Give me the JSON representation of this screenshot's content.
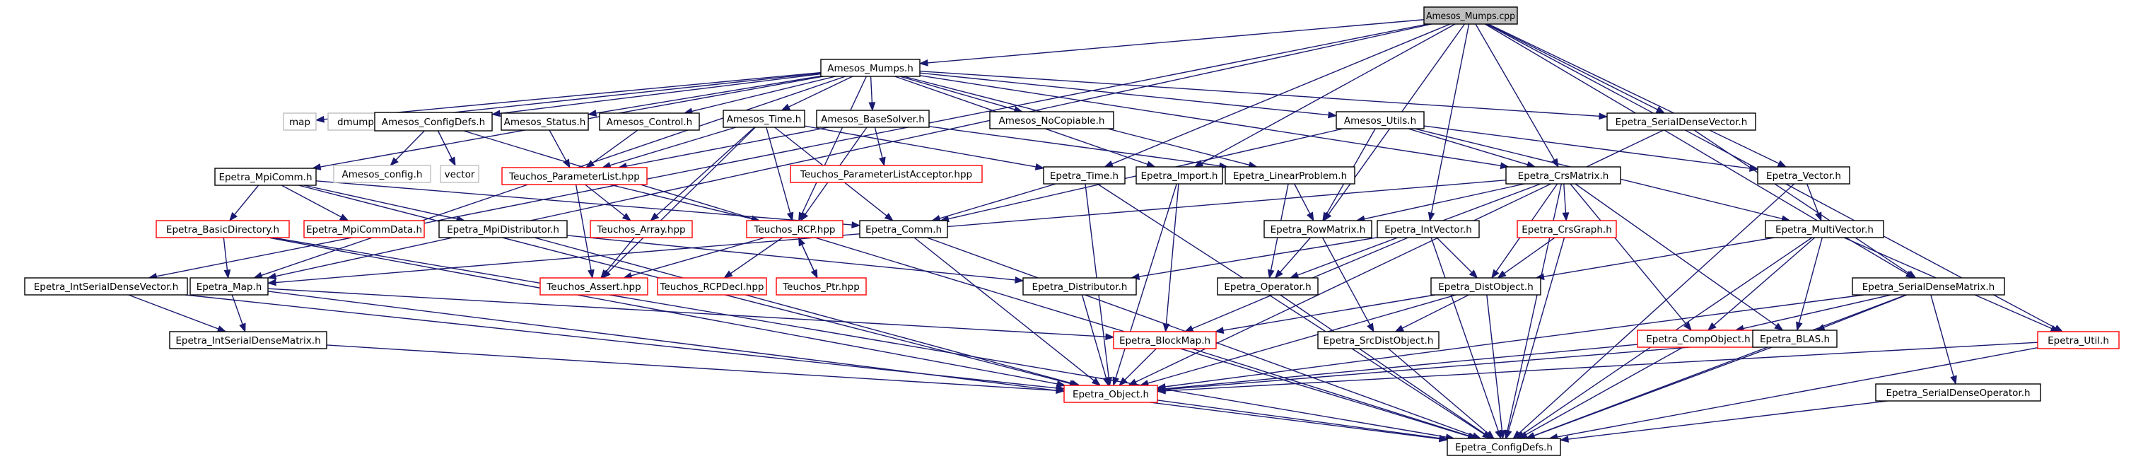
{
  "graph": {
    "title": "Amesos_Mumps.cpp",
    "colors": {
      "edge": "#191970",
      "root_fill": "#bfbfbf",
      "root_border": "#000000",
      "documented_border": "#000000",
      "undocumented_border": "#ff0000",
      "system_border": "#bfbfbf",
      "text": "#000000"
    },
    "nodes": [
      {
        "id": "root",
        "label": "Amesos_Mumps.cpp",
        "kind": "root"
      },
      {
        "id": "amesos_mumps_h",
        "label": "Amesos_Mumps.h",
        "kind": "documented"
      },
      {
        "id": "map",
        "label": "map",
        "kind": "system"
      },
      {
        "id": "dmumps_c",
        "label": "dmumps_c.h",
        "kind": "system"
      },
      {
        "id": "amesos_configdefs",
        "label": "Amesos_ConfigDefs.h",
        "kind": "documented"
      },
      {
        "id": "amesos_status",
        "label": "Amesos_Status.h",
        "kind": "documented"
      },
      {
        "id": "amesos_control",
        "label": "Amesos_Control.h",
        "kind": "documented"
      },
      {
        "id": "amesos_time",
        "label": "Amesos_Time.h",
        "kind": "documented"
      },
      {
        "id": "amesos_basesolver",
        "label": "Amesos_BaseSolver.h",
        "kind": "documented"
      },
      {
        "id": "amesos_nocopiable",
        "label": "Amesos_NoCopiable.h",
        "kind": "documented"
      },
      {
        "id": "amesos_utils",
        "label": "Amesos_Utils.h",
        "kind": "documented"
      },
      {
        "id": "epetra_serialdensevector",
        "label": "Epetra_SerialDenseVector.h",
        "kind": "documented"
      },
      {
        "id": "amesos_config",
        "label": "Amesos_config.h",
        "kind": "system"
      },
      {
        "id": "vector",
        "label": "vector",
        "kind": "system"
      },
      {
        "id": "teuchos_parameterlist",
        "label": "Teuchos_ParameterList.hpp",
        "kind": "undocumented"
      },
      {
        "id": "teuchos_parameterlistacceptor",
        "label": "Teuchos_ParameterListAcceptor.hpp",
        "kind": "undocumented"
      },
      {
        "id": "epetra_time",
        "label": "Epetra_Time.h",
        "kind": "documented"
      },
      {
        "id": "epetra_import",
        "label": "Epetra_Import.h",
        "kind": "documented"
      },
      {
        "id": "epetra_linearproblem",
        "label": "Epetra_LinearProblem.h",
        "kind": "documented"
      },
      {
        "id": "epetra_vector",
        "label": "Epetra_Vector.h",
        "kind": "documented"
      },
      {
        "id": "epetra_mpicomm",
        "label": "Epetra_MpiComm.h",
        "kind": "documented"
      },
      {
        "id": "epetra_crsmatrix",
        "label": "Epetra_CrsMatrix.h",
        "kind": "documented"
      },
      {
        "id": "epetra_basicdirectory",
        "label": "Epetra_BasicDirectory.h",
        "kind": "undocumented"
      },
      {
        "id": "epetra_mpicommdata",
        "label": "Epetra_MpiCommData.h",
        "kind": "undocumented"
      },
      {
        "id": "epetra_mpidistributor",
        "label": "Epetra_MpiDistributor.h",
        "kind": "documented"
      },
      {
        "id": "teuchos_array",
        "label": "Teuchos_Array.hpp",
        "kind": "undocumented"
      },
      {
        "id": "teuchos_rcp",
        "label": "Teuchos_RCP.hpp",
        "kind": "undocumented"
      },
      {
        "id": "epetra_comm",
        "label": "Epetra_Comm.h",
        "kind": "documented"
      },
      {
        "id": "epetra_crsgraph",
        "label": "Epetra_CrsGraph.h",
        "kind": "undocumented"
      },
      {
        "id": "epetra_rowmatrix",
        "label": "Epetra_RowMatrix.h",
        "kind": "documented"
      },
      {
        "id": "epetra_intvector",
        "label": "Epetra_IntVector.h",
        "kind": "documented"
      },
      {
        "id": "epetra_multivector",
        "label": "Epetra_MultiVector.h",
        "kind": "documented"
      },
      {
        "id": "epetra_intserialdensevector",
        "label": "Epetra_IntSerialDenseVector.h",
        "kind": "documented"
      },
      {
        "id": "epetra_map",
        "label": "Epetra_Map.h",
        "kind": "documented"
      },
      {
        "id": "teuchos_assert",
        "label": "Teuchos_Assert.hpp",
        "kind": "undocumented"
      },
      {
        "id": "teuchos_rcpdecl",
        "label": "Teuchos_RCPDecl.hpp",
        "kind": "undocumented"
      },
      {
        "id": "teuchos_ptr",
        "label": "Teuchos_Ptr.hpp",
        "kind": "undocumented"
      },
      {
        "id": "epetra_distributor",
        "label": "Epetra_Distributor.h",
        "kind": "documented"
      },
      {
        "id": "epetra_operator",
        "label": "Epetra_Operator.h",
        "kind": "documented"
      },
      {
        "id": "epetra_distobject",
        "label": "Epetra_DistObject.h",
        "kind": "documented"
      },
      {
        "id": "epetra_serialdensematrix",
        "label": "Epetra_SerialDenseMatrix.h",
        "kind": "documented"
      },
      {
        "id": "epetra_intserialdensematrix",
        "label": "Epetra_IntSerialDenseMatrix.h",
        "kind": "documented"
      },
      {
        "id": "epetra_blockmap",
        "label": "Epetra_BlockMap.h",
        "kind": "undocumented"
      },
      {
        "id": "epetra_srcdistobject",
        "label": "Epetra_SrcDistObject.h",
        "kind": "documented"
      },
      {
        "id": "epetra_compobject",
        "label": "Epetra_CompObject.h",
        "kind": "undocumented"
      },
      {
        "id": "epetra_blas",
        "label": "Epetra_BLAS.h",
        "kind": "documented"
      },
      {
        "id": "epetra_util",
        "label": "Epetra_Util.h",
        "kind": "undocumented"
      },
      {
        "id": "epetra_serialdenseoperator",
        "label": "Epetra_SerialDenseOperator.h",
        "kind": "documented"
      },
      {
        "id": "epetra_object",
        "label": "Epetra_Object.h",
        "kind": "undocumented"
      },
      {
        "id": "epetra_configdefs",
        "label": "Epetra_ConfigDefs.h",
        "kind": "documented"
      }
    ],
    "edges": [
      [
        "root",
        "amesos_mumps_h"
      ],
      [
        "root",
        "epetra_time"
      ],
      [
        "root",
        "epetra_import"
      ],
      [
        "root",
        "epetra_serialdensevector"
      ],
      [
        "root",
        "epetra_vector"
      ],
      [
        "root",
        "epetra_crsmatrix"
      ],
      [
        "root",
        "epetra_rowmatrix"
      ],
      [
        "root",
        "epetra_intvector"
      ],
      [
        "root",
        "epetra_serialdensematrix"
      ],
      [
        "root",
        "epetra_util"
      ],
      [
        "root",
        "epetra_map"
      ],
      [
        "root",
        "epetra_intserialdensevector"
      ],
      [
        "amesos_mumps_h",
        "map"
      ],
      [
        "amesos_mumps_h",
        "dmumps_c"
      ],
      [
        "amesos_mumps_h",
        "amesos_configdefs"
      ],
      [
        "amesos_mumps_h",
        "amesos_status"
      ],
      [
        "amesos_mumps_h",
        "amesos_control"
      ],
      [
        "amesos_mumps_h",
        "amesos_time"
      ],
      [
        "amesos_mumps_h",
        "amesos_basesolver"
      ],
      [
        "amesos_mumps_h",
        "amesos_nocopiable"
      ],
      [
        "amesos_mumps_h",
        "amesos_utils"
      ],
      [
        "amesos_mumps_h",
        "epetra_serialdensevector"
      ],
      [
        "amesos_mumps_h",
        "epetra_mpicomm"
      ],
      [
        "amesos_mumps_h",
        "epetra_crsmatrix"
      ],
      [
        "amesos_mumps_h",
        "epetra_map"
      ],
      [
        "amesos_mumps_h",
        "teuchos_rcp"
      ],
      [
        "amesos_mumps_h",
        "epetra_import"
      ],
      [
        "amesos_mumps_h",
        "epetra_linearproblem"
      ],
      [
        "amesos_configdefs",
        "amesos_config"
      ],
      [
        "amesos_configdefs",
        "vector"
      ],
      [
        "amesos_configdefs",
        "epetra_configdefs"
      ],
      [
        "amesos_status",
        "teuchos_parameterlist"
      ],
      [
        "amesos_control",
        "teuchos_parameterlist"
      ],
      [
        "amesos_time",
        "epetra_time"
      ],
      [
        "amesos_time",
        "teuchos_rcp"
      ],
      [
        "amesos_time",
        "teuchos_array"
      ],
      [
        "amesos_time",
        "teuchos_parameterlist"
      ],
      [
        "amesos_time",
        "epetra_comm"
      ],
      [
        "amesos_time",
        "teuchos_assert"
      ],
      [
        "amesos_basesolver",
        "teuchos_parameterlist"
      ],
      [
        "amesos_basesolver",
        "teuchos_parameterlistacceptor"
      ],
      [
        "amesos_basesolver",
        "teuchos_rcp"
      ],
      [
        "amesos_basesolver",
        "epetra_linearproblem"
      ],
      [
        "amesos_utils",
        "epetra_comm"
      ],
      [
        "amesos_utils",
        "epetra_rowmatrix"
      ],
      [
        "amesos_utils",
        "epetra_vector"
      ],
      [
        "amesos_utils",
        "epetra_multivector"
      ],
      [
        "amesos_utils",
        "epetra_crsmatrix"
      ],
      [
        "teuchos_parameterlist",
        "teuchos_rcp"
      ],
      [
        "teuchos_parameterlist",
        "teuchos_array"
      ],
      [
        "teuchos_parameterlist",
        "teuchos_assert"
      ],
      [
        "teuchos_array",
        "teuchos_assert"
      ],
      [
        "teuchos_rcp",
        "teuchos_assert"
      ],
      [
        "teuchos_rcp",
        "teuchos_rcpdecl"
      ],
      [
        "teuchos_rcp",
        "teuchos_ptr"
      ],
      [
        "teuchos_ptr",
        "teuchos_rcp"
      ],
      [
        "epetra_mpicomm",
        "epetra_basicdirectory"
      ],
      [
        "epetra_mpicomm",
        "epetra_mpicommdata"
      ],
      [
        "epetra_mpicomm",
        "epetra_mpidistributor"
      ],
      [
        "epetra_mpicomm",
        "epetra_comm"
      ],
      [
        "epetra_mpicomm",
        "epetra_object"
      ],
      [
        "epetra_basicdirectory",
        "epetra_map"
      ],
      [
        "epetra_basicdirectory",
        "epetra_object"
      ],
      [
        "epetra_basicdirectory",
        "epetra_configdefs"
      ],
      [
        "epetra_mpidistributor",
        "epetra_distributor"
      ],
      [
        "epetra_mpidistributor",
        "epetra_object"
      ],
      [
        "epetra_time",
        "epetra_comm"
      ],
      [
        "epetra_time",
        "epetra_object"
      ],
      [
        "epetra_time",
        "epetra_configdefs"
      ],
      [
        "epetra_comm",
        "epetra_object"
      ],
      [
        "epetra_comm",
        "epetra_configdefs"
      ],
      [
        "epetra_import",
        "epetra_object"
      ],
      [
        "epetra_import",
        "epetra_blockmap"
      ],
      [
        "epetra_linearproblem",
        "epetra_rowmatrix"
      ],
      [
        "epetra_linearproblem",
        "epetra_operator"
      ],
      [
        "epetra_crsmatrix",
        "epetra_distobject"
      ],
      [
        "epetra_crsmatrix",
        "epetra_compobject"
      ],
      [
        "epetra_crsmatrix",
        "epetra_blas"
      ],
      [
        "epetra_crsmatrix",
        "epetra_rowmatrix"
      ],
      [
        "epetra_crsmatrix",
        "epetra_crsgraph"
      ],
      [
        "epetra_crsmatrix",
        "epetra_operator"
      ],
      [
        "epetra_crsmatrix",
        "epetra_map"
      ],
      [
        "epetra_crsmatrix",
        "epetra_configdefs"
      ],
      [
        "epetra_crsgraph",
        "epetra_distobject"
      ],
      [
        "epetra_crsgraph",
        "epetra_configdefs"
      ],
      [
        "epetra_rowmatrix",
        "epetra_operator"
      ],
      [
        "epetra_rowmatrix",
        "epetra_srcdistobject"
      ],
      [
        "epetra_intvector",
        "epetra_distobject"
      ],
      [
        "epetra_intvector",
        "epetra_blockmap"
      ],
      [
        "epetra_intvector",
        "epetra_distributor"
      ],
      [
        "epetra_intvector",
        "epetra_configdefs"
      ],
      [
        "epetra_vector",
        "epetra_multivector"
      ],
      [
        "epetra_vector",
        "epetra_configdefs"
      ],
      [
        "epetra_multivector",
        "epetra_distobject"
      ],
      [
        "epetra_multivector",
        "epetra_compobject"
      ],
      [
        "epetra_multivector",
        "epetra_blas"
      ],
      [
        "epetra_multivector",
        "epetra_util"
      ],
      [
        "epetra_multivector",
        "epetra_configdefs"
      ],
      [
        "epetra_serialdensevector",
        "epetra_serialdensematrix"
      ],
      [
        "epetra_serialdensevector",
        "epetra_object"
      ],
      [
        "epetra_serialdensematrix",
        "epetra_compobject"
      ],
      [
        "epetra_serialdensematrix",
        "epetra_blas"
      ],
      [
        "epetra_serialdensematrix",
        "epetra_serialdenseoperator"
      ],
      [
        "epetra_serialdensematrix",
        "epetra_object"
      ],
      [
        "epetra_serialdensematrix",
        "epetra_configdefs"
      ],
      [
        "epetra_intserialdensevector",
        "epetra_intserialdensematrix"
      ],
      [
        "epetra_intserialdensevector",
        "epetra_object"
      ],
      [
        "epetra_intserialdensematrix",
        "epetra_object"
      ],
      [
        "epetra_map",
        "epetra_blockmap"
      ],
      [
        "epetra_map",
        "epetra_intserialdensematrix"
      ],
      [
        "epetra_map",
        "epetra_configdefs"
      ],
      [
        "epetra_distributor",
        "epetra_object"
      ],
      [
        "epetra_operator",
        "epetra_configdefs"
      ],
      [
        "epetra_distobject",
        "epetra_blockmap"
      ],
      [
        "epetra_distobject",
        "epetra_srcdistobject"
      ],
      [
        "epetra_distobject",
        "epetra_object"
      ],
      [
        "epetra_distobject",
        "epetra_configdefs"
      ],
      [
        "epetra_blockmap",
        "epetra_object"
      ],
      [
        "epetra_blockmap",
        "epetra_configdefs"
      ],
      [
        "epetra_srcdistobject",
        "epetra_configdefs"
      ],
      [
        "epetra_compobject",
        "epetra_object"
      ],
      [
        "epetra_compobject",
        "epetra_configdefs"
      ],
      [
        "epetra_blas",
        "epetra_object"
      ],
      [
        "epetra_blas",
        "epetra_configdefs"
      ],
      [
        "epetra_util",
        "epetra_object"
      ],
      [
        "epetra_util",
        "epetra_configdefs"
      ],
      [
        "epetra_serialdenseoperator",
        "epetra_configdefs"
      ],
      [
        "epetra_object",
        "epetra_configdefs"
      ]
    ]
  }
}
